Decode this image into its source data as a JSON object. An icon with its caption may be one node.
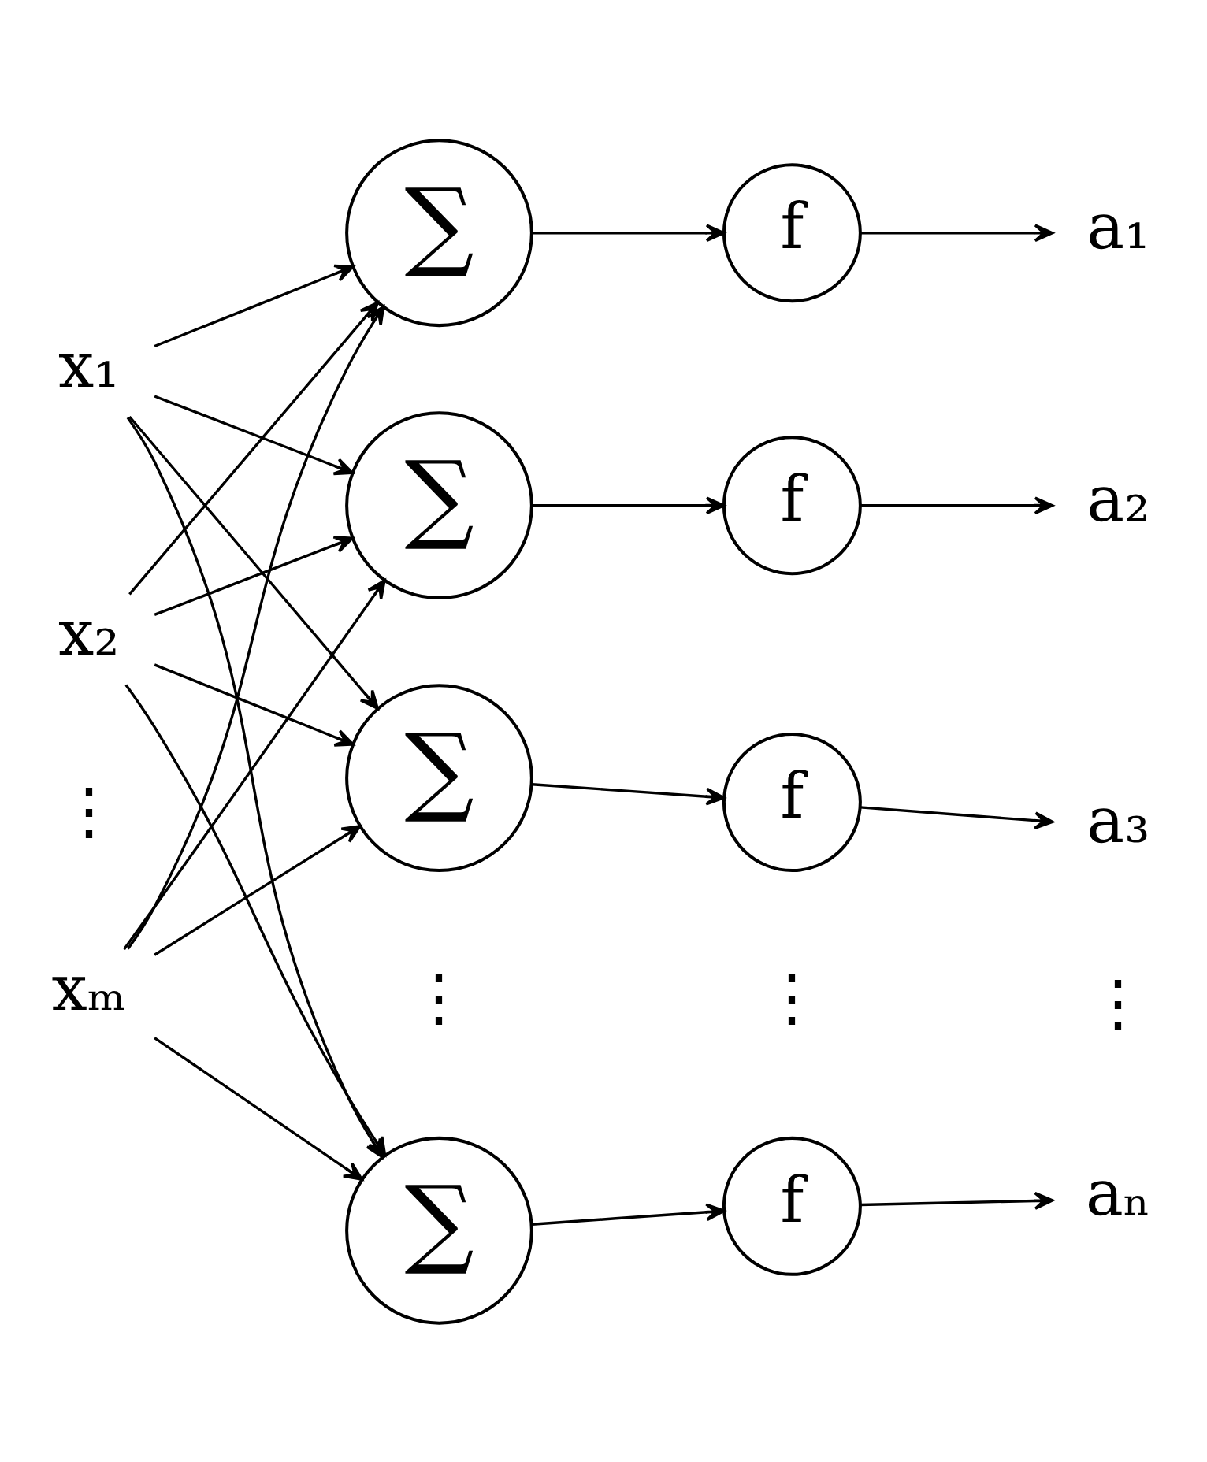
{
  "diagram": {
    "nodes": [
      {
        "text": [
          "x₁"
        ]
      },
      {
        "text": [
          "x₂"
        ]
      },
      {
        "text": [
          "xₘ"
        ]
      },
      {
        "text": [
          "∑"
        ]
      },
      {
        "text": [
          "∑"
        ]
      },
      {
        "text": [
          "∑"
        ]
      },
      {
        "text": [
          "∑"
        ]
      },
      {
        "text": [
          "f"
        ]
      },
      {
        "text": [
          "f"
        ]
      },
      {
        "text": [
          "f"
        ]
      },
      {
        "text": [
          "f"
        ]
      },
      {
        "text": [
          "a₁"
        ]
      },
      {
        "text": [
          "a₂"
        ]
      },
      {
        "text": [
          "a₃"
        ]
      },
      {
        "text": [
          "aₙ"
        ]
      }
    ],
    "edges": [
      {
        "from": 0,
        "to": 3,
        "arrow": "to"
      },
      {
        "from": 0,
        "to": 4,
        "arrow": "to"
      },
      {
        "from": 0,
        "to": 5,
        "arrow": "to"
      },
      {
        "from": 0,
        "to": 6,
        "arrow": "to"
      },
      {
        "from": 1,
        "to": 3,
        "arrow": "to"
      },
      {
        "from": 1,
        "to": 4,
        "arrow": "to"
      },
      {
        "from": 1,
        "to": 5,
        "arrow": "to"
      },
      {
        "from": 1,
        "to": 6,
        "arrow": "to"
      },
      {
        "from": 2,
        "to": 3,
        "arrow": "to"
      },
      {
        "from": 2,
        "to": 4,
        "arrow": "to"
      },
      {
        "from": 2,
        "to": 5,
        "arrow": "to"
      },
      {
        "from": 2,
        "to": 6,
        "arrow": "to"
      },
      {
        "from": 3,
        "to": 7,
        "arrow": "to"
      },
      {
        "from": 4,
        "to": 8,
        "arrow": "to"
      },
      {
        "from": 5,
        "to": 9,
        "arrow": "to"
      },
      {
        "from": 6,
        "to": 10,
        "arrow": "to"
      },
      {
        "from": 7,
        "to": 11,
        "arrow": "to"
      },
      {
        "from": 8,
        "to": 12,
        "arrow": "to"
      },
      {
        "from": 9,
        "to": 13,
        "arrow": "to"
      },
      {
        "from": 10,
        "to": 14,
        "arrow": "to"
      }
    ],
    "labels": [
      "⋮",
      "⋮",
      "⋮",
      "⋮"
    ]
  }
}
